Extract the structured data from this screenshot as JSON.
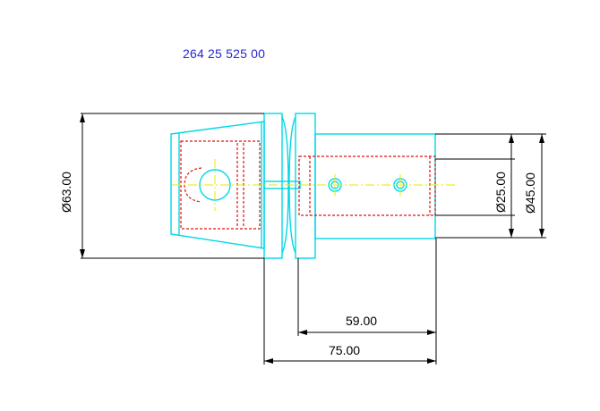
{
  "part_number": "264 25 525 00",
  "dimensions": {
    "d_large": "Ø63.00",
    "d_shank_inner": "Ø25.00",
    "d_shank_outer": "Ø45.00",
    "len_shank": "59.00",
    "len_total": "75.00"
  },
  "colors": {
    "outline": "#00d8e8",
    "hidden_lines": "#e01010",
    "centerline": "#e8e800",
    "dimension": "#000000",
    "part_number": "#2727d0"
  }
}
